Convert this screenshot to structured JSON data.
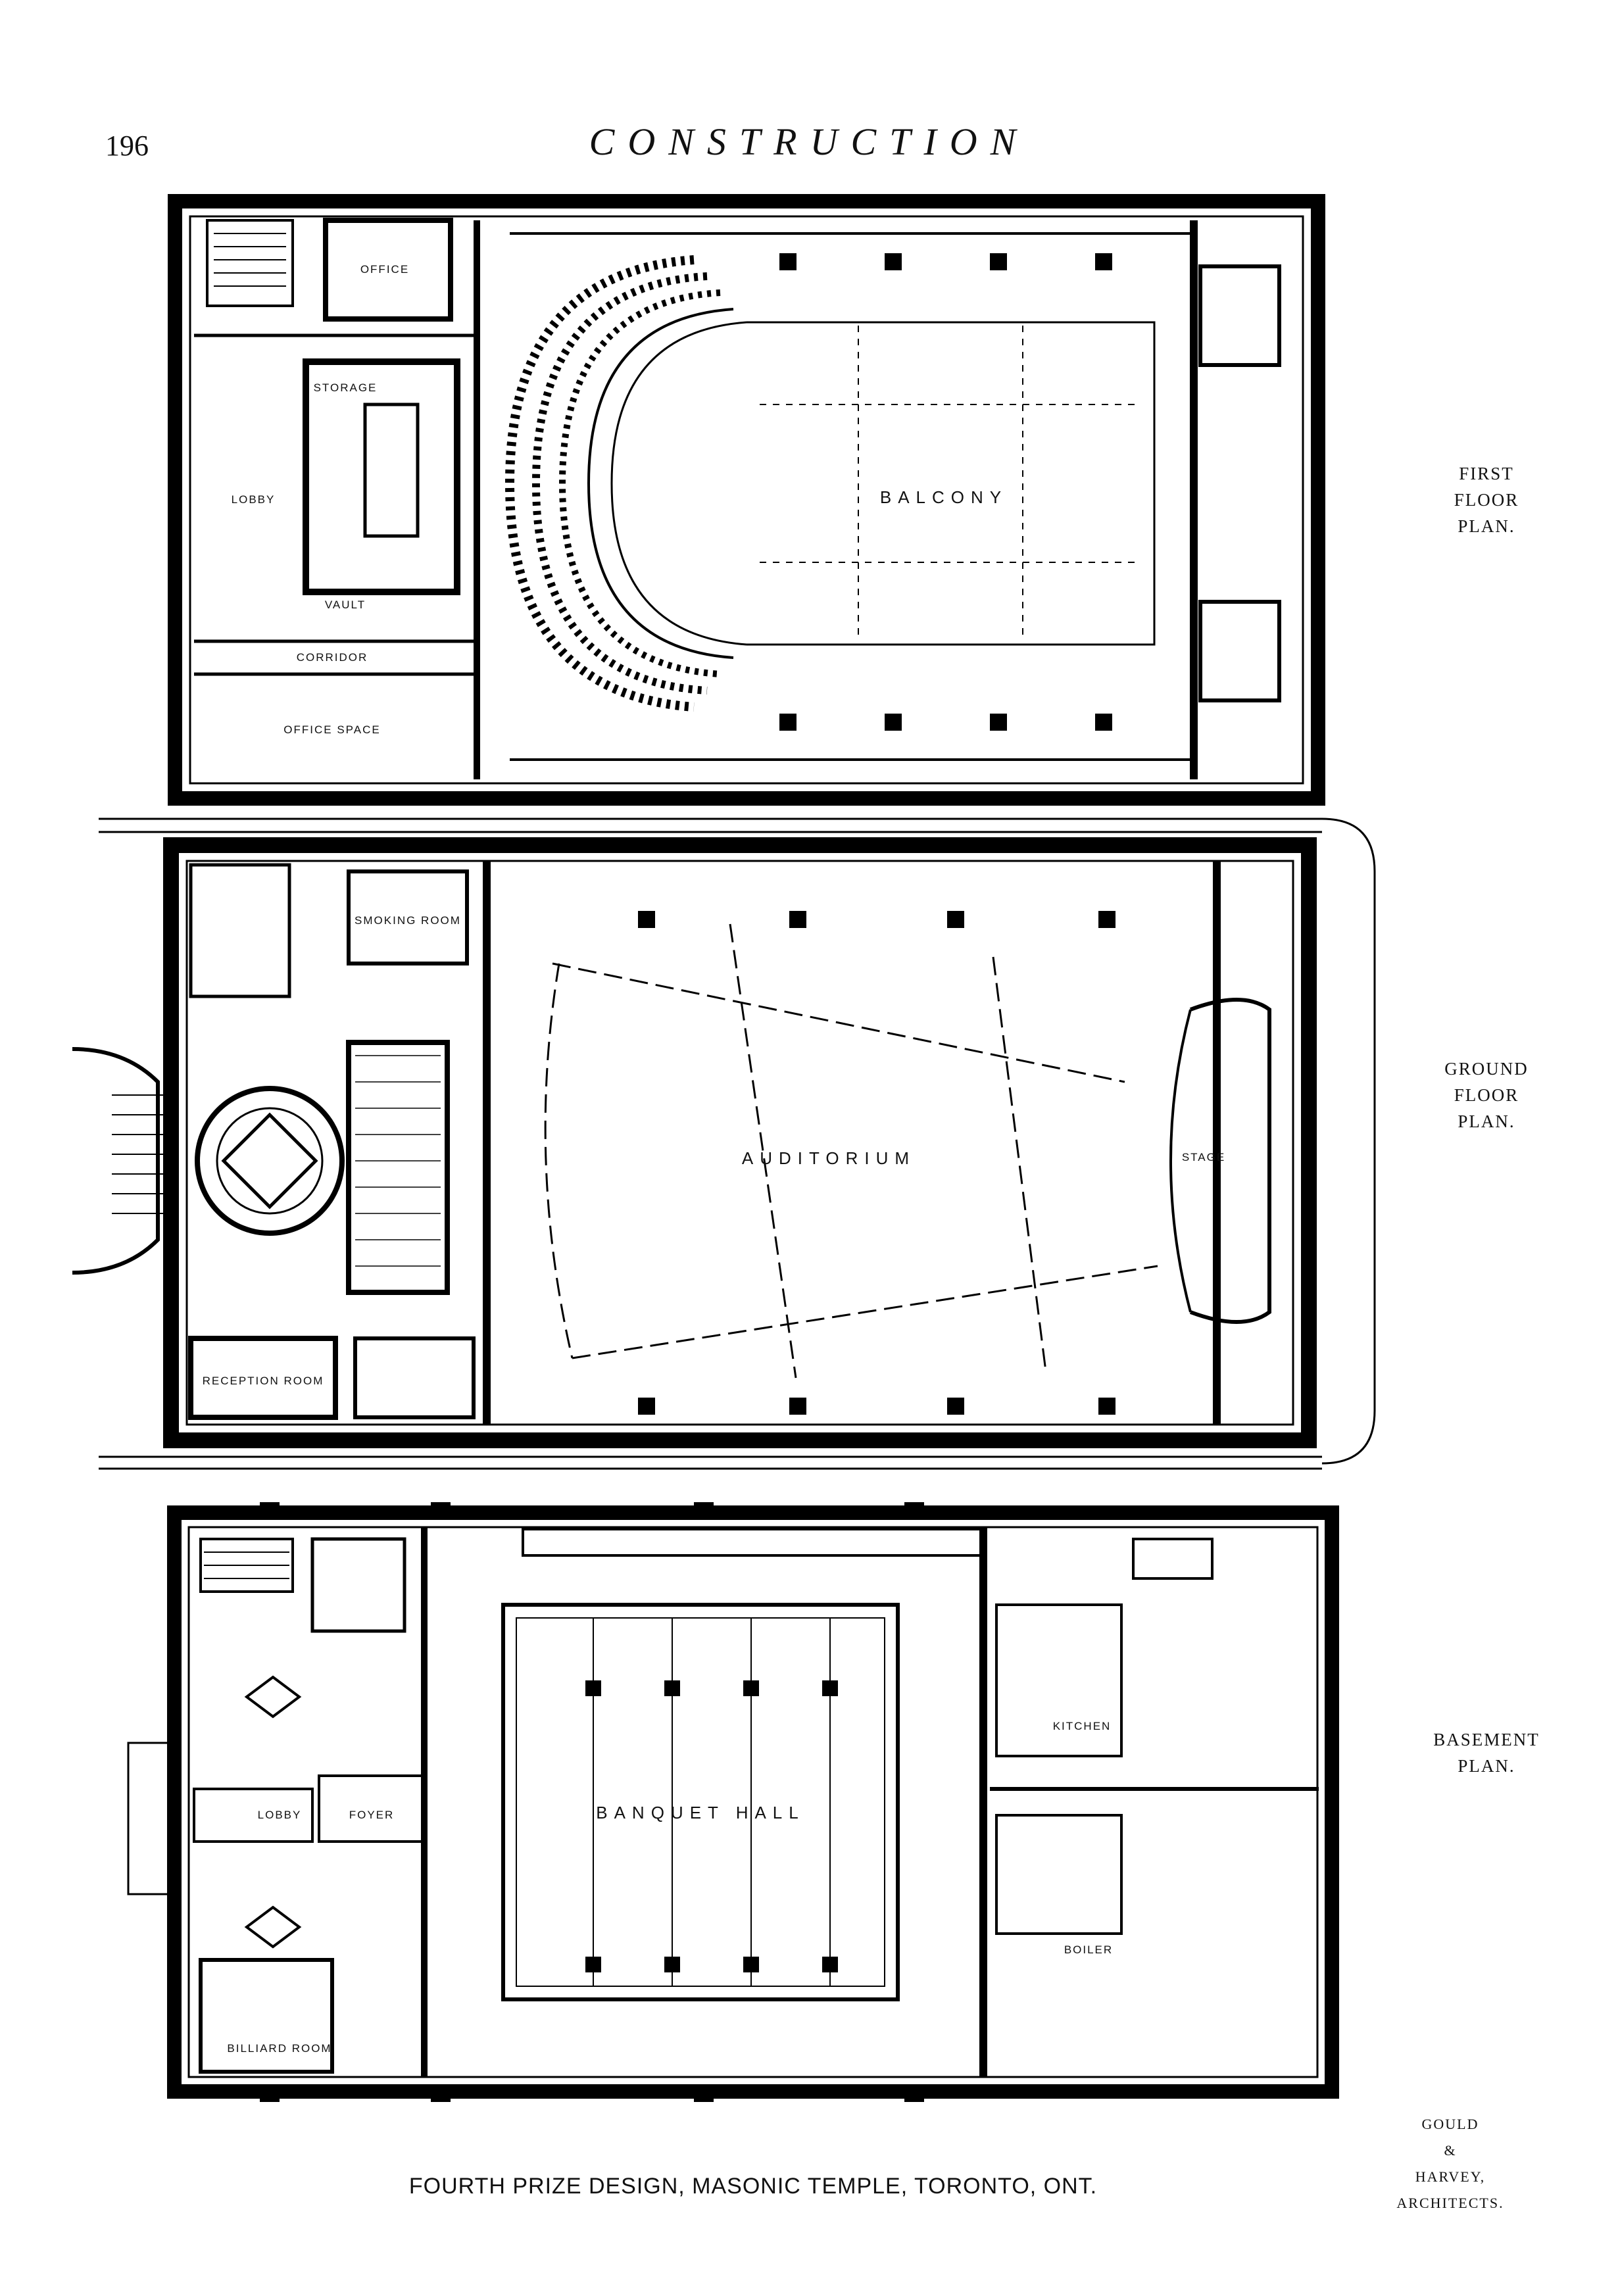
{
  "header": {
    "page_number": "196",
    "journal_title": "CONSTRUCTION"
  },
  "plans": {
    "first_floor": {
      "title_lines": [
        "FIRST",
        "FLOOR",
        "PLAN."
      ],
      "rooms": {
        "office": "OFFICE",
        "lobby": "LOBBY",
        "storage": "STORAGE",
        "vault": "VAULT",
        "corridor": "CORRIDOR",
        "office_space": "OFFICE SPACE",
        "balcony": "BALCONY"
      }
    },
    "ground_floor": {
      "title_lines": [
        "GROUND",
        "FLOOR",
        "PLAN."
      ],
      "rooms": {
        "auditorium": "AUDITORIUM",
        "reception_room": "RECEPTION ROOM",
        "smoking_room": "SMOKING ROOM",
        "stage": "STAGE"
      }
    },
    "basement": {
      "title_lines": [
        "BASEMENT",
        "PLAN."
      ],
      "rooms": {
        "banquet_hall": "BANQUET HALL",
        "kitchen": "KITCHEN",
        "billiard_room": "BILLIARD ROOM",
        "lobby": "LOBBY",
        "foyer": "FOYER",
        "boiler": "BOILER"
      }
    }
  },
  "caption": "FOURTH PRIZE DESIGN, MASONIC TEMPLE, TORONTO, ONT.",
  "architects_lines": [
    "GOULD",
    "&",
    "HARVEY,",
    "ARCHITECTS."
  ]
}
